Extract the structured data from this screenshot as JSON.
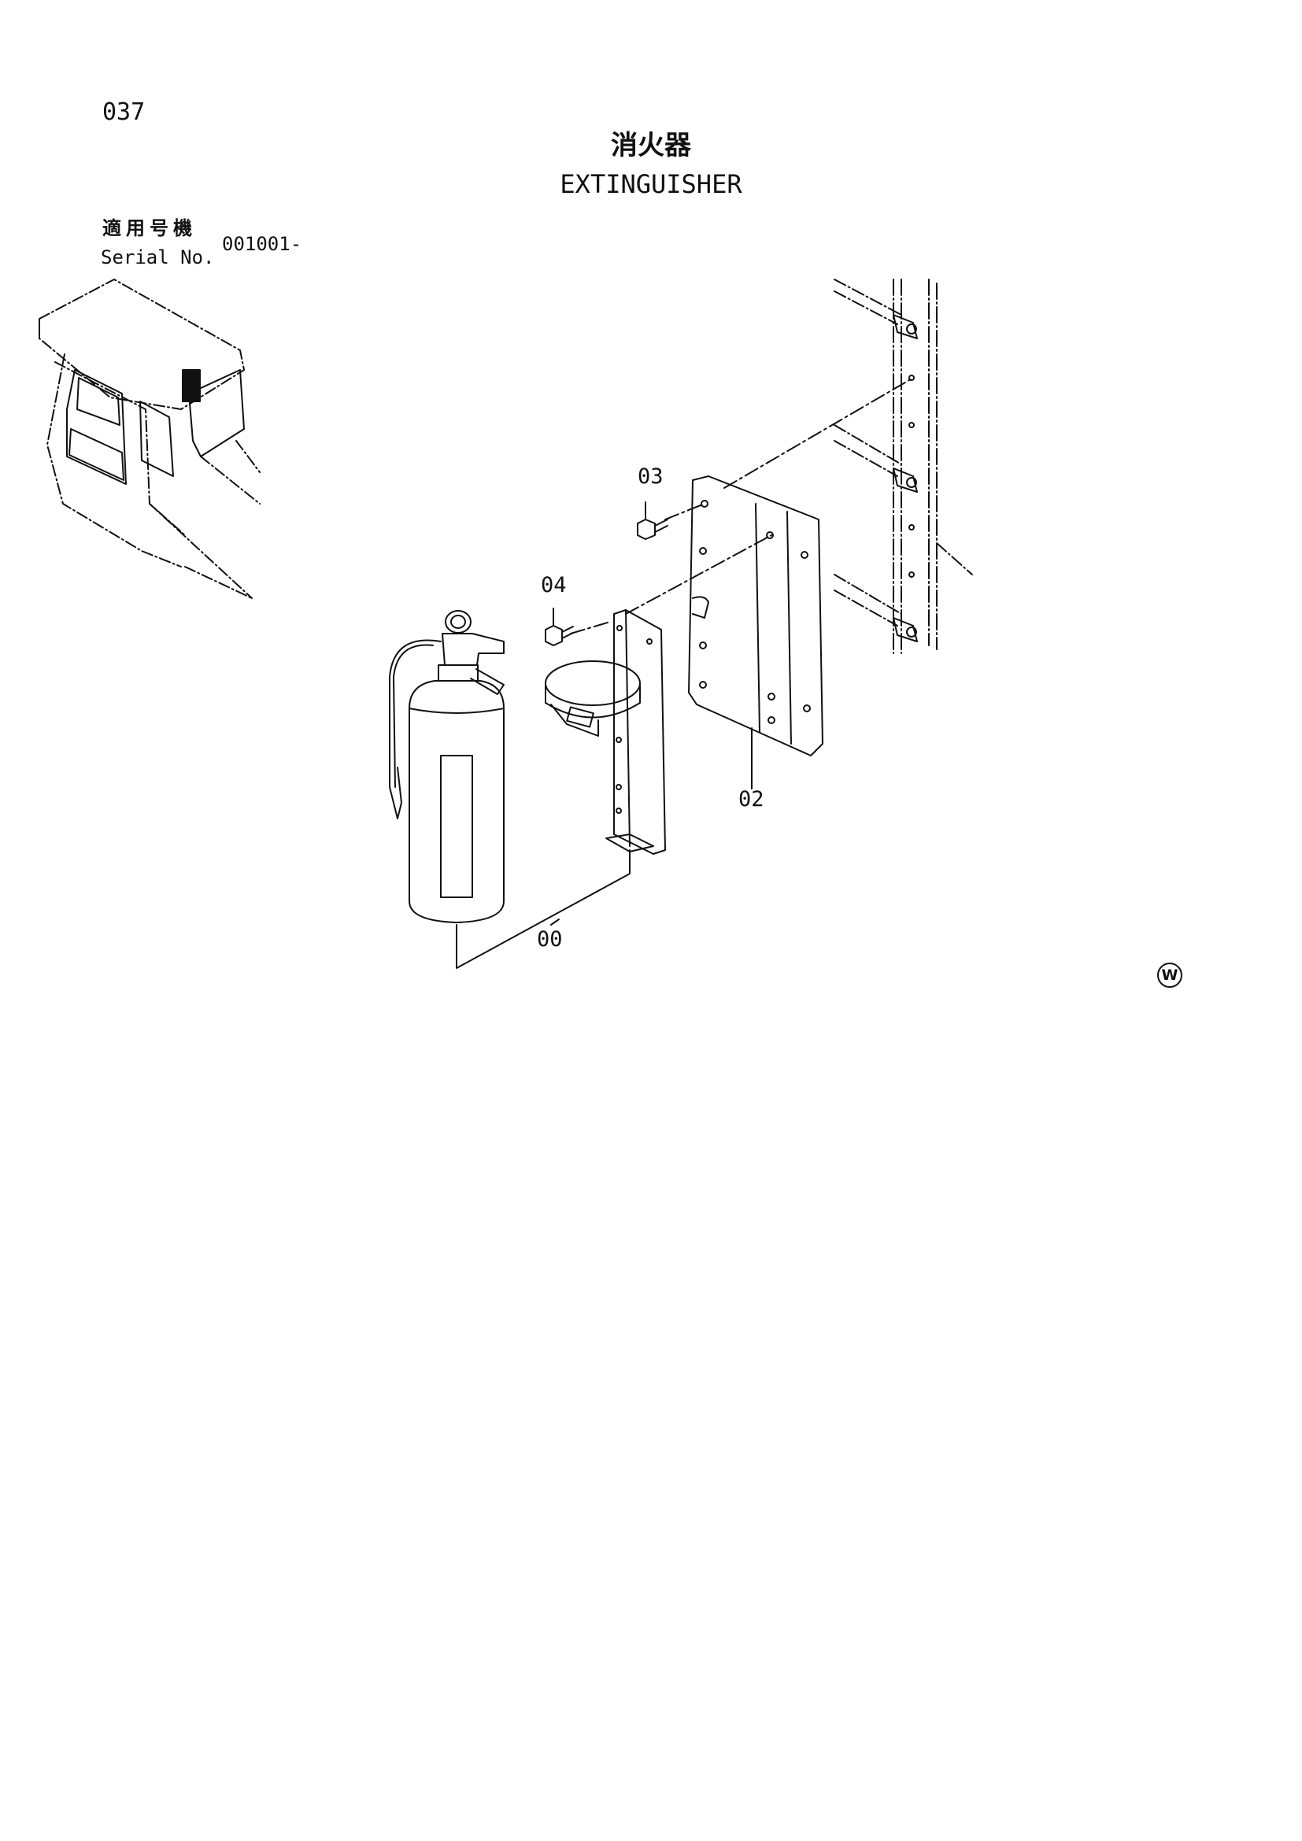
{
  "page": {
    "number": "037"
  },
  "title": {
    "japanese": "消火器",
    "english": "EXTINGUISHER"
  },
  "serial": {
    "label_jp": "適用号機",
    "label_en": "Serial No.",
    "value": "001001-"
  },
  "callouts": [
    "03",
    "04",
    "02",
    "00"
  ],
  "mark": "W",
  "icons": [
    "cab-reference-icon",
    "extinguisher-icon",
    "bracket-icon",
    "bolt-icon",
    "plate-icon"
  ]
}
